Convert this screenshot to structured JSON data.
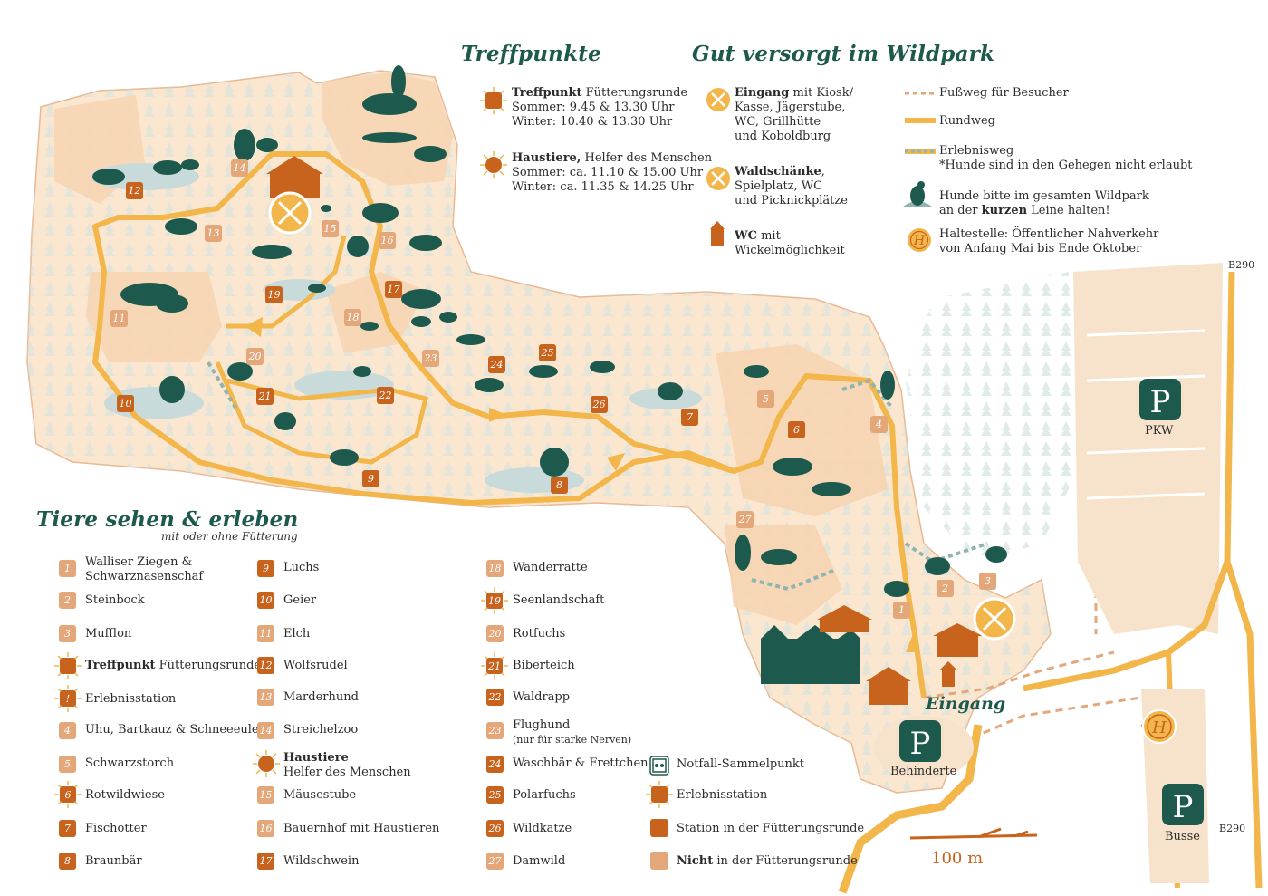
{
  "titles": {
    "treffpunkte": "Treffpunkte",
    "versorgt": "Gut versorgt im Wildpark",
    "tiere": "Tiere sehen & erleben",
    "tiere_sub": "mit oder ohne Fütterung"
  },
  "treffpunkte": [
    {
      "bold": "Treffpunkt",
      "rest": " Fütterungsrunde",
      "line2": "Sommer: 9.45 & 13.30 Uhr",
      "line3": "Winter: 10.40 & 13.30 Uhr",
      "icon": "feeding-station-sun-icon"
    },
    {
      "bold": "Haustiere,",
      "rest": " Helfer des Menschen",
      "line2": "Sommer: ca. 11.10 & 15.00 Uhr",
      "line3": "Winter: ca. 11.35 & 14.25 Uhr",
      "icon": "pet-sun-icon"
    }
  ],
  "versorgt": {
    "eingang": {
      "bold": "Eingang",
      "rest": " mit Kiosk/",
      "lines": [
        "Kasse, Jägerstube,",
        "WC, Grillhütte",
        "und Koboldburg"
      ],
      "icon": "restaurant-icon"
    },
    "waldschaenke": {
      "bold": "Waldschänke",
      "rest": ",",
      "lines": [
        "Spielplatz, WC",
        "und Picknickplätze"
      ],
      "icon": "restaurant-icon"
    },
    "wc": {
      "bold": "WC",
      "rest": " mit",
      "lines": [
        "Wickelmöglichkeit"
      ],
      "icon": "toilet-hut-icon"
    }
  },
  "paths": {
    "fussweg": "Fußweg für Besucher",
    "rundweg": "Rundweg",
    "erlebnisweg": "Erlebnisweg",
    "erlebnisweg_note": "*Hunde sind in den Gehegen nicht erlaubt",
    "hunde_1": "Hunde bitte im gesamten Wildpark",
    "hunde_2a": "an der ",
    "hunde_2b": "kurzen",
    "hunde_2c": " Leine halten!",
    "halte_1": "Haltestelle: Öffentlicher Nahverkehr",
    "halte_2": "von Anfang Mai bis Ende Oktober"
  },
  "legend": [
    {
      "num": "1",
      "style": "light",
      "label": "Walliser Ziegen &",
      "label2": "Schwarznasenschaf"
    },
    {
      "num": "2",
      "style": "light",
      "label": "Steinbock"
    },
    {
      "num": "3",
      "style": "light",
      "label": "Mufflon"
    },
    {
      "num": "",
      "style": "sun",
      "label_bold": "Treffpunkt",
      "label": " Fütterungsrunde"
    },
    {
      "num": "!",
      "style": "sun",
      "label": "Erlebnisstation"
    },
    {
      "num": "4",
      "style": "light",
      "label": "Uhu, Bartkauz & Schneeeule"
    },
    {
      "num": "5",
      "style": "light",
      "label": "Schwarzstorch"
    },
    {
      "num": "6",
      "style": "sun",
      "label": "Rotwildwiese"
    },
    {
      "num": "7",
      "style": "dark",
      "label": "Fischotter"
    },
    {
      "num": "8",
      "style": "dark",
      "label": "Braunbär"
    },
    {
      "num": "9",
      "style": "dark",
      "label": "Luchs"
    },
    {
      "num": "10",
      "style": "dark",
      "label": "Geier"
    },
    {
      "num": "11",
      "style": "light",
      "label": "Elch"
    },
    {
      "num": "12",
      "style": "dark",
      "label": "Wolfsrudel"
    },
    {
      "num": "13",
      "style": "light",
      "label": "Marderhund"
    },
    {
      "num": "14",
      "style": "light",
      "label": "Streichelzoo"
    },
    {
      "num": "",
      "style": "sun",
      "label_bold": "Haustiere",
      "label2": "Helfer des Menschen"
    },
    {
      "num": "15",
      "style": "light",
      "label": "Mäusestube"
    },
    {
      "num": "16",
      "style": "light",
      "label": "Bauernhof mit Haustieren"
    },
    {
      "num": "17",
      "style": "dark",
      "label": "Wildschwein"
    },
    {
      "num": "18",
      "style": "light",
      "label": "Wanderratte"
    },
    {
      "num": "19",
      "style": "sun",
      "label": "Seenlandschaft"
    },
    {
      "num": "20",
      "style": "light",
      "label": "Rotfuchs"
    },
    {
      "num": "21",
      "style": "sun",
      "label": "Biberteich"
    },
    {
      "num": "22",
      "style": "dark",
      "label": "Waldrapp"
    },
    {
      "num": "23",
      "style": "light",
      "label": "Flughund",
      "label2": "(nur für starke Nerven)"
    },
    {
      "num": "24",
      "style": "dark",
      "label": "Waschbär & Frettchen"
    },
    {
      "num": "25",
      "style": "dark",
      "label": "Polarfuchs"
    },
    {
      "num": "26",
      "style": "dark",
      "label": "Wildkatze"
    },
    {
      "num": "27",
      "style": "light",
      "label": "Damwild"
    }
  ],
  "symbols": [
    {
      "label": "Notfall-Sammelpunkt",
      "icon": "emergency-assembly-point-icon"
    },
    {
      "label": "Erlebnisstation",
      "icon": "experience-station-icon"
    },
    {
      "label": "Station in der Fütterungsrunde",
      "icon": "feeding-station-square-icon"
    },
    {
      "label_bold": "Nicht",
      "label": " in der Fütterungsrunde",
      "icon": "non-feeding-station-square-icon"
    }
  ],
  "map_labels": {
    "b290_top": "B290",
    "b290_bottom": "B290",
    "pkw": "PKW",
    "busse": "Busse",
    "behinderte": "Behinderte",
    "eingang": "Eingang",
    "scale": "100 m",
    "parking": "P",
    "bus_stop": "H"
  },
  "map_numbers": [
    "1",
    "2",
    "3",
    "4",
    "5",
    "6",
    "7",
    "8",
    "9",
    "10",
    "11",
    "12",
    "13",
    "14",
    "15",
    "16",
    "17",
    "18",
    "19",
    "20",
    "21",
    "22",
    "23",
    "24",
    "25",
    "26",
    "27"
  ],
  "colors": {
    "accent_orange": "#c8631e",
    "light_orange": "#e3a77a",
    "park_fill": "#fbe7d0",
    "tree": "#c5d7d6",
    "dark_green": "#1d5a4d",
    "path": "#f2b64a"
  }
}
